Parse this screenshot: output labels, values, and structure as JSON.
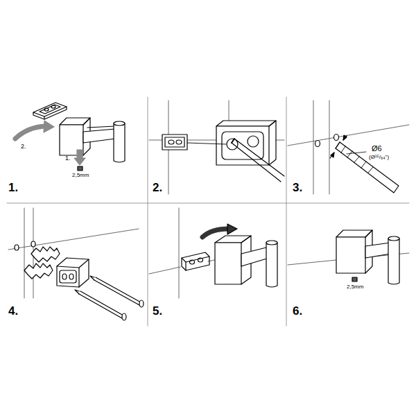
{
  "diagram": {
    "labels": [
      "2.",
      "1.",
      "2,5mm",
      "1.",
      "2.",
      "3.",
      "Ø6",
      "(Ø¹⁵/₆₄\")",
      "4.",
      "5.",
      "6.",
      "2,5mm"
    ]
  }
}
